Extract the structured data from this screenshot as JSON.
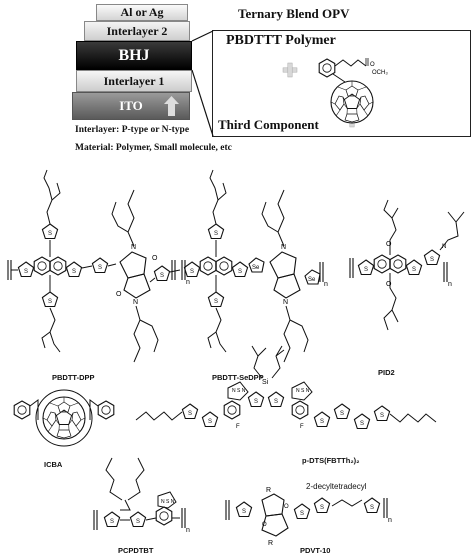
{
  "device": {
    "layers": [
      "Al or Ag",
      "Interlayer 2",
      "BHJ",
      "Interlayer 1",
      "ITO"
    ],
    "note_interlayer": "Interlayer: P-type or N-type",
    "note_material": "Material: Polymer, Small molecule, etc"
  },
  "blend": {
    "title": "Ternary Blend OPV",
    "polymer_label": "PBDTTT Polymer",
    "third_label": "Third Component",
    "ester_label": "OCH₃",
    "ester_o": "O"
  },
  "compounds": {
    "c1": "PBDTT-DPP",
    "c2": "PBDTT-SeDPP",
    "c3": "PID2",
    "c4": "ICBA",
    "c5": "p-DTS(FBTTh₂)₂",
    "c6": "PCPDTBT",
    "c7": "PDVT-10",
    "c7_chain": "2-decyltetradecyl",
    "sub_n": "n"
  }
}
